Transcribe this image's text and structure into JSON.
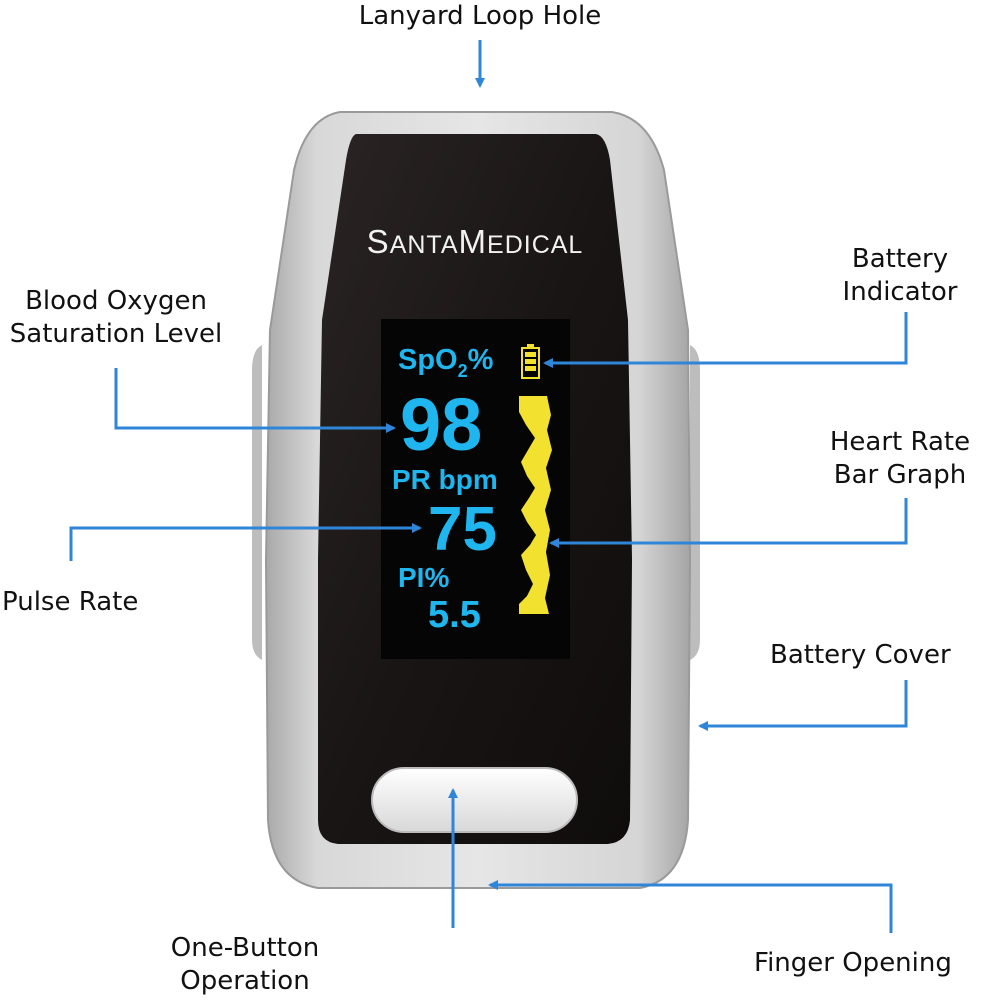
{
  "callouts": {
    "lanyard": "Lanyard Loop Hole",
    "battery_indicator": [
      "Battery",
      "Indicator"
    ],
    "spo2_level": [
      "Blood Oxygen",
      "Saturation Level"
    ],
    "heart_rate_graph": [
      "Heart Rate",
      "Bar Graph"
    ],
    "pulse_rate": "Pulse Rate",
    "battery_cover": "Battery Cover",
    "one_button": [
      "One-Button",
      "Operation"
    ],
    "finger_opening": "Finger Opening"
  },
  "device": {
    "brand_large_s": "S",
    "brand_small_1": "ANTA",
    "brand_large_m": "M",
    "brand_small_2": "EDICAL",
    "screen": {
      "spo2_label": "SpO",
      "spo2_sub": "2",
      "spo2_unit": "%",
      "spo2_value": "98",
      "pr_label": "PR bpm",
      "pr_value": "75",
      "pi_label": "PI%",
      "pi_value": "5.5"
    }
  },
  "colors": {
    "arrow": "#2f86d8",
    "screen_text": "#1fb6f0",
    "bar_graph": "#f2e12e",
    "battery_icon": "#f2e12e",
    "device_shell": "#cfcfcf",
    "device_face": "#1a1616",
    "screen_bg": "#050505"
  }
}
